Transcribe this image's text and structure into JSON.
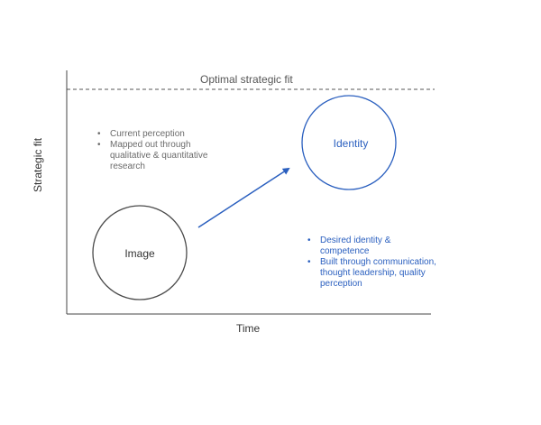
{
  "diagram": {
    "optimal_label": "Optimal strategic fit",
    "y_axis_label": "Strategic fit",
    "x_axis_label": "Time",
    "image_node": {
      "label": "Image"
    },
    "identity_node": {
      "label": "Identity"
    },
    "image_notes": [
      "Current perception",
      "Mapped out through qualitative & quantitative research"
    ],
    "identity_notes": [
      "Desired identity & competence",
      "Built through communication, thought leadership, quality perception"
    ],
    "colors": {
      "identity_accent": "#2a5fbf",
      "image_stroke": "#4a4a4a",
      "notes_grey": "#6b6b6b"
    }
  }
}
